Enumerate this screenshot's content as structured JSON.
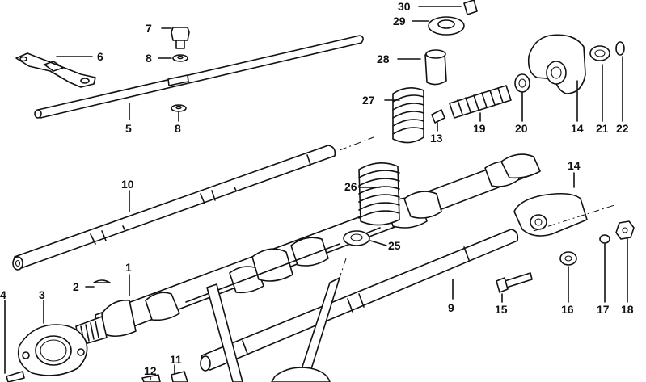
{
  "diagram": {
    "background_color": "#ffffff",
    "ink_color": "#111111",
    "callouts": {
      "c1": "1",
      "c2": "2",
      "c3": "3",
      "c4": "4",
      "c5": "5",
      "c6": "6",
      "c7": "7",
      "c8a": "8",
      "c8b": "8",
      "c9": "9",
      "c10": "10",
      "c11": "11",
      "c12": "12",
      "c13": "13",
      "c14a": "14",
      "c14b": "14",
      "c15": "15",
      "c16": "16",
      "c17": "17",
      "c18": "18",
      "c19": "19",
      "c20": "20",
      "c21": "21",
      "c22": "22",
      "c25": "25",
      "c26": "26",
      "c27": "27",
      "c28": "28",
      "c29": "29",
      "c30": "30"
    }
  }
}
